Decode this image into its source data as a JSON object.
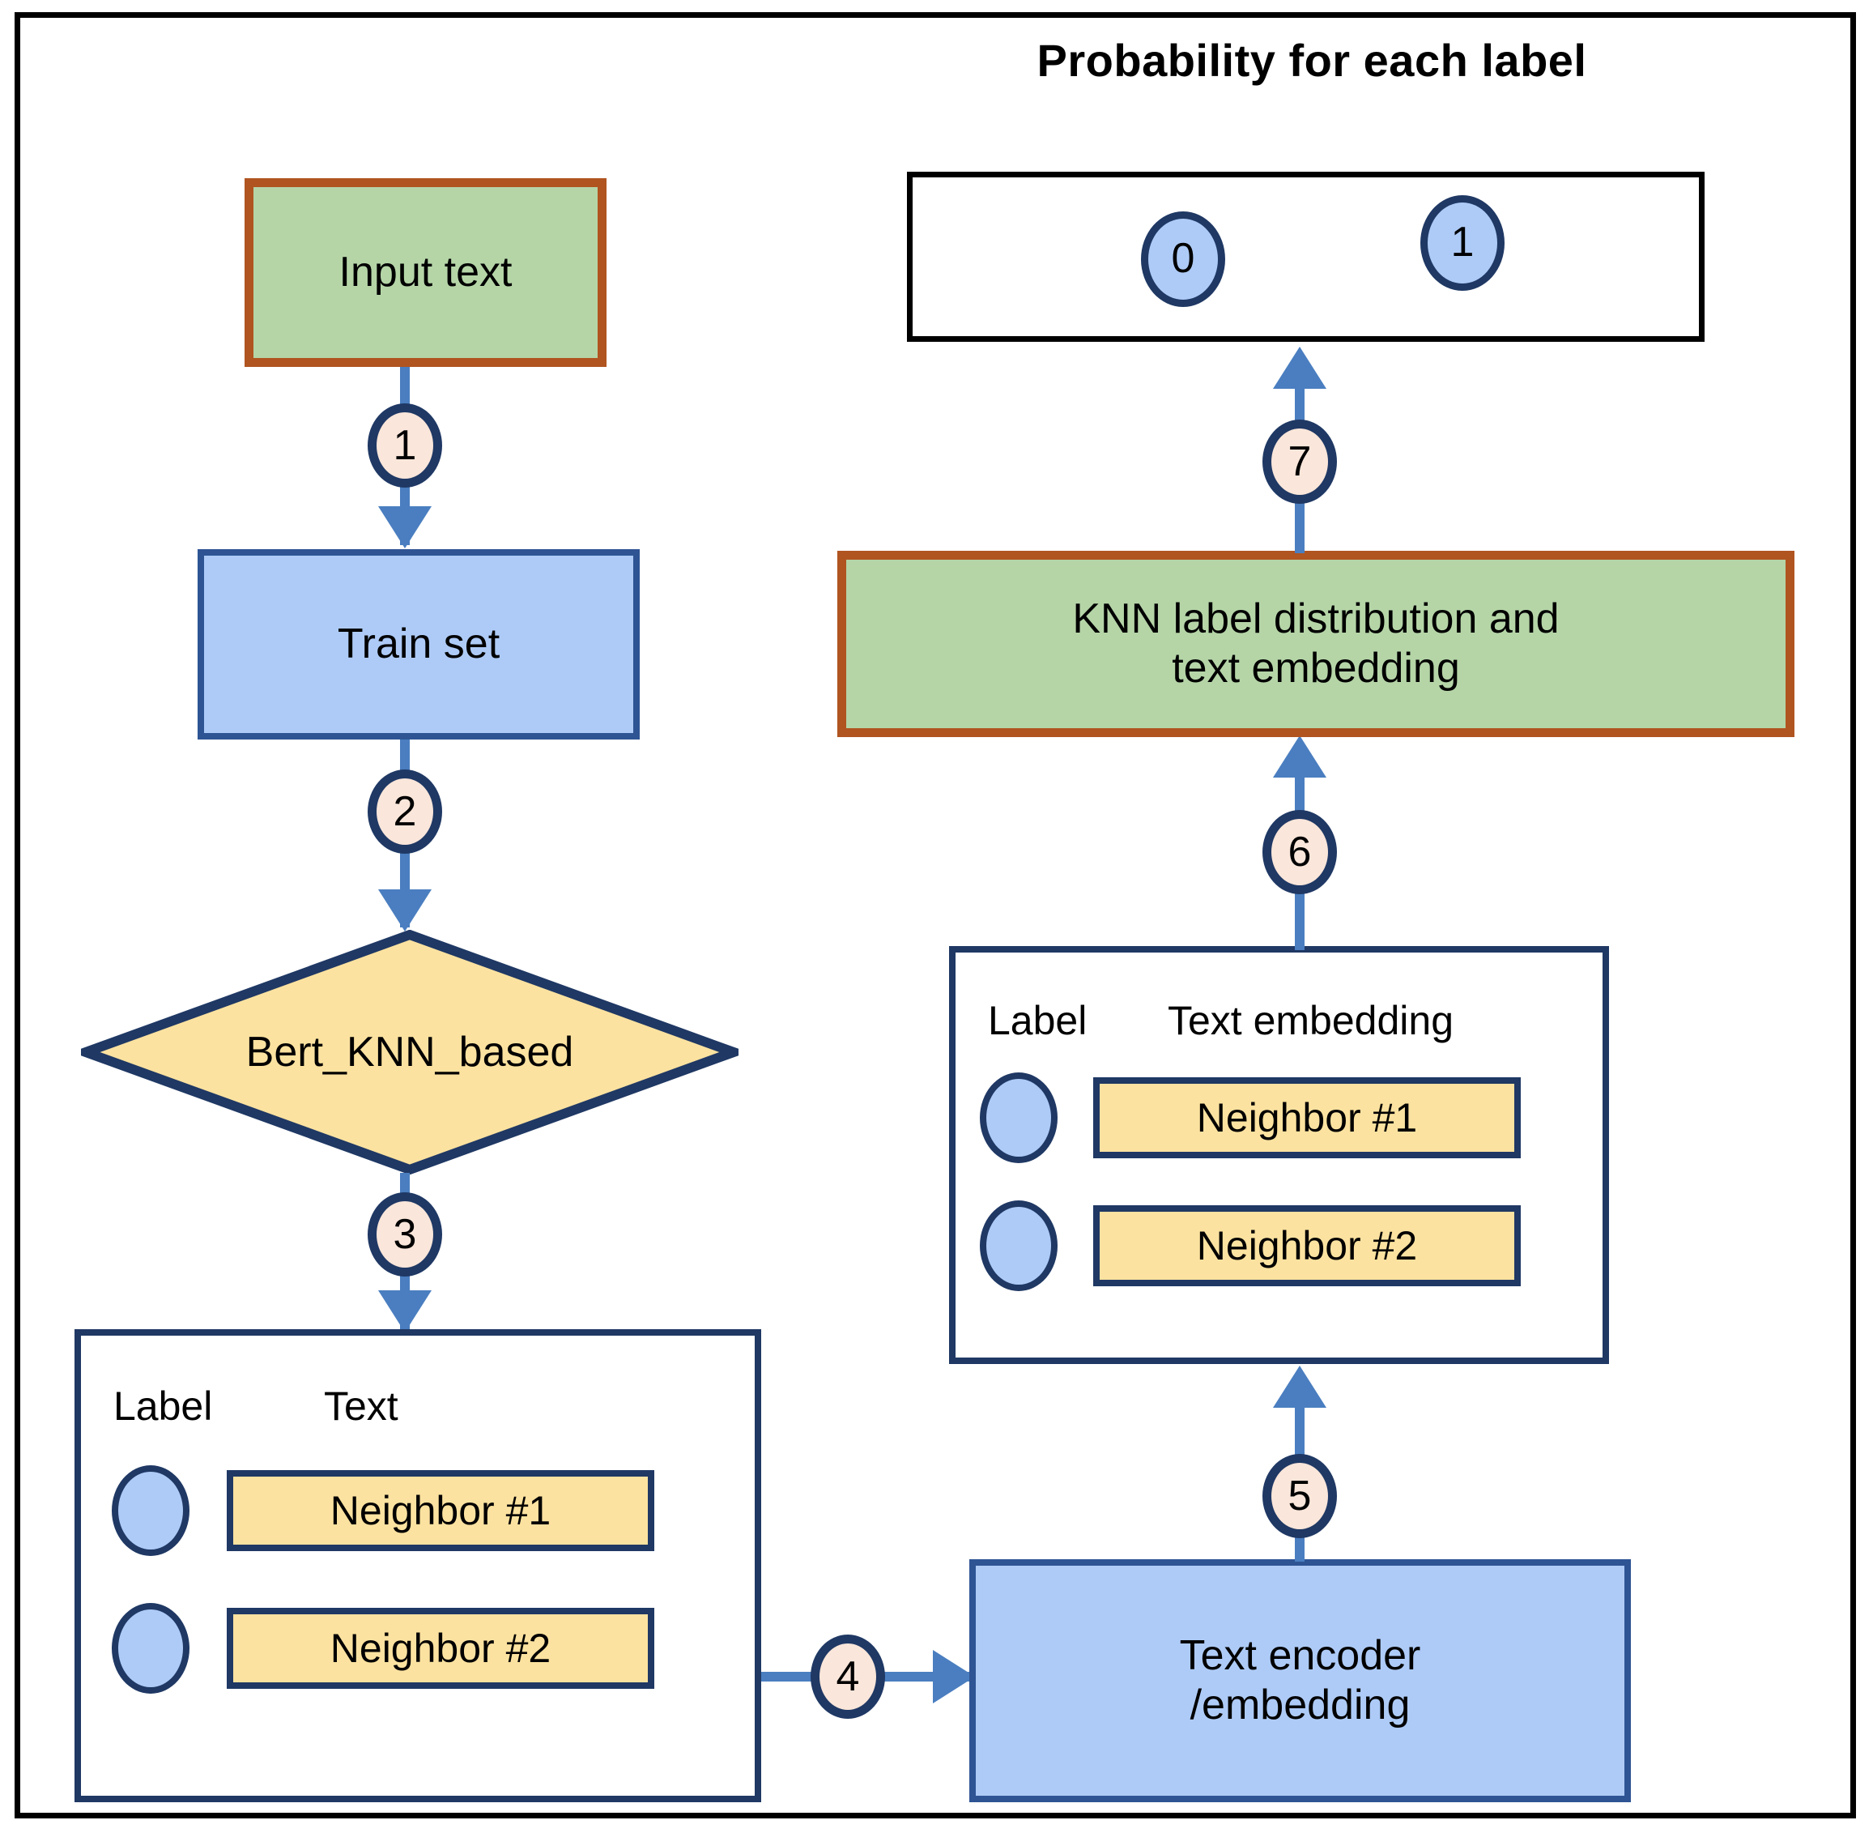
{
  "diagram": {
    "title": "Probability for each label",
    "colors": {
      "highlight_fill": "#b5d5a7",
      "highlight_border": "#b05420",
      "process_fill": "#aecbf7",
      "process_border": "#2e5494",
      "decision_fill": "#fce2a0",
      "decision_border": "#1f3864",
      "arrow": "#4a7ec0",
      "step_fill": "#fae6da",
      "step_border": "#1f3864",
      "frame": "#000000"
    }
  },
  "probability_box": {
    "name": "Probability for each label",
    "labels": [
      {
        "value": "0"
      },
      {
        "value": "1"
      }
    ]
  },
  "nodes": {
    "input_text": "Input text",
    "train_set": "Train set",
    "decision": "Bert_KNN_based",
    "text_encoder_line1": "Text encoder",
    "text_encoder_line2": "/embedding",
    "knn_distribution_line1": "KNN label distribution and",
    "knn_distribution_line2": "text embedding"
  },
  "neighbors_left": {
    "header_label": "Label",
    "header_value": "Text",
    "rows": [
      {
        "label": "",
        "text": "Neighbor #1"
      },
      {
        "label": "",
        "text": "Neighbor #2"
      }
    ]
  },
  "neighbors_right": {
    "header_label": "Label",
    "header_value": "Text embedding",
    "rows": [
      {
        "label": "",
        "text": "Neighbor #1"
      },
      {
        "label": "",
        "text": "Neighbor #2"
      }
    ]
  },
  "steps": [
    {
      "number": "1"
    },
    {
      "number": "2"
    },
    {
      "number": "3"
    },
    {
      "number": "4"
    },
    {
      "number": "5"
    },
    {
      "number": "6"
    },
    {
      "number": "7"
    }
  ]
}
